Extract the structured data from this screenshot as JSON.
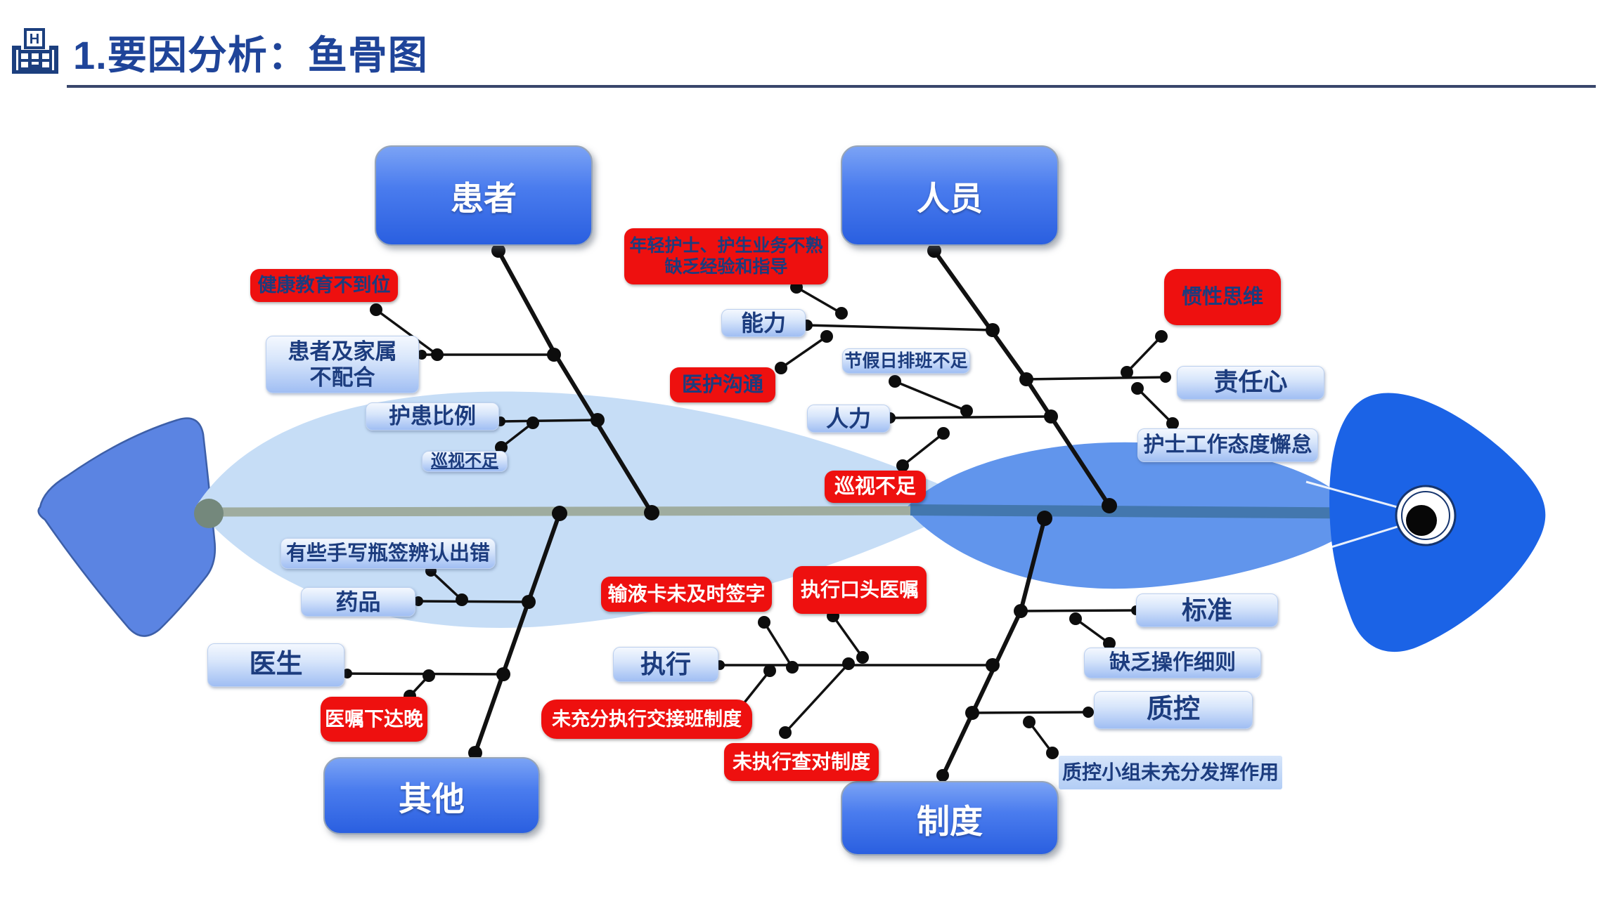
{
  "title": "1.要因分析：鱼骨图",
  "icon": {
    "name": "hospital-icon",
    "letter": "H"
  },
  "categories": {
    "patient": "患者",
    "personnel": "人员",
    "other": "其他",
    "system": "制度"
  },
  "causes": {
    "patient": {
      "health_edu": "健康教育不到位",
      "family": "患者及家属\n不配合",
      "ratio": "护患比例",
      "patrol": "巡视不足"
    },
    "personnel": {
      "young_nurse": "年轻护士、护生业务不熟\n缺乏经验和指导",
      "ability": "能力",
      "comm": "医护沟通",
      "holiday": "节假日排班不足",
      "manpower": "人力",
      "patrol": "巡视不足",
      "inertia": "惯性思维",
      "responsibility": "责任心",
      "attitude": "护士工作态度懈怠"
    },
    "other": {
      "handwritten": "有些手写瓶签辨认出错",
      "medicine": "药品",
      "doctor": "医生",
      "late_order": "医嘱下达晚"
    },
    "system": {
      "infusion_card": "输液卡未及时签字",
      "verbal_order": "执行口头医嘱",
      "execute": "执行",
      "handover": "未充分执行交接班制度",
      "check": "未执行查对制度",
      "standard": "标准",
      "lack_rules": "缺乏操作细则",
      "qc": "质控",
      "qc_group": "质控小组未充分发挥作用"
    }
  },
  "colors": {
    "title_navy": "#1F4499",
    "cause_red": "#EE100F",
    "label_navy": "#1C3C7E",
    "category_blue": "#2A5FE0",
    "fish_head_blue": "#1B63E6",
    "fish_body_pale": "#C6DDF6",
    "fish_body_mid": "#6195EC",
    "fish_tail_blue": "#5B84E2",
    "spine_gray_green": "#9FAC9F",
    "spine_steel_blue": "#4377AE"
  }
}
